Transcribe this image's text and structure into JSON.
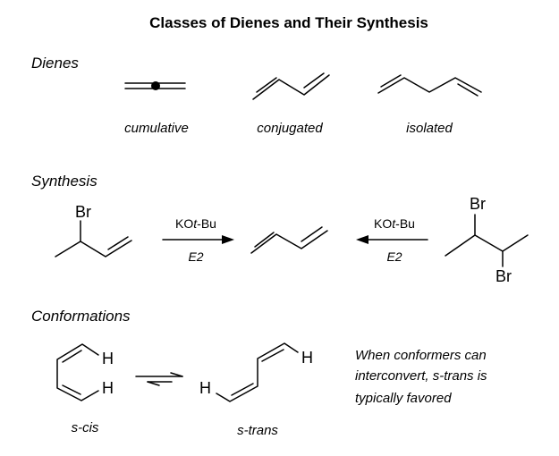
{
  "title": "Classes of Dienes and Their Synthesis",
  "sections": {
    "dienes": "Dienes",
    "synthesis": "Synthesis",
    "conformations": "Conformations"
  },
  "dienes": {
    "cumulative": "cumulative",
    "conjugated": "conjugated",
    "isolated": "isolated"
  },
  "synthesis": {
    "reagent_prefix": "KO",
    "reagent_italic": "t",
    "reagent_suffix": "-Bu",
    "mechanism": "E2",
    "bromine": "Br"
  },
  "conformations": {
    "hydrogen": "H",
    "s_cis": "s-cis",
    "s_trans": "s-trans",
    "note": [
      "When conformers can",
      "interconvert, s-trans is",
      "typically favored"
    ]
  }
}
